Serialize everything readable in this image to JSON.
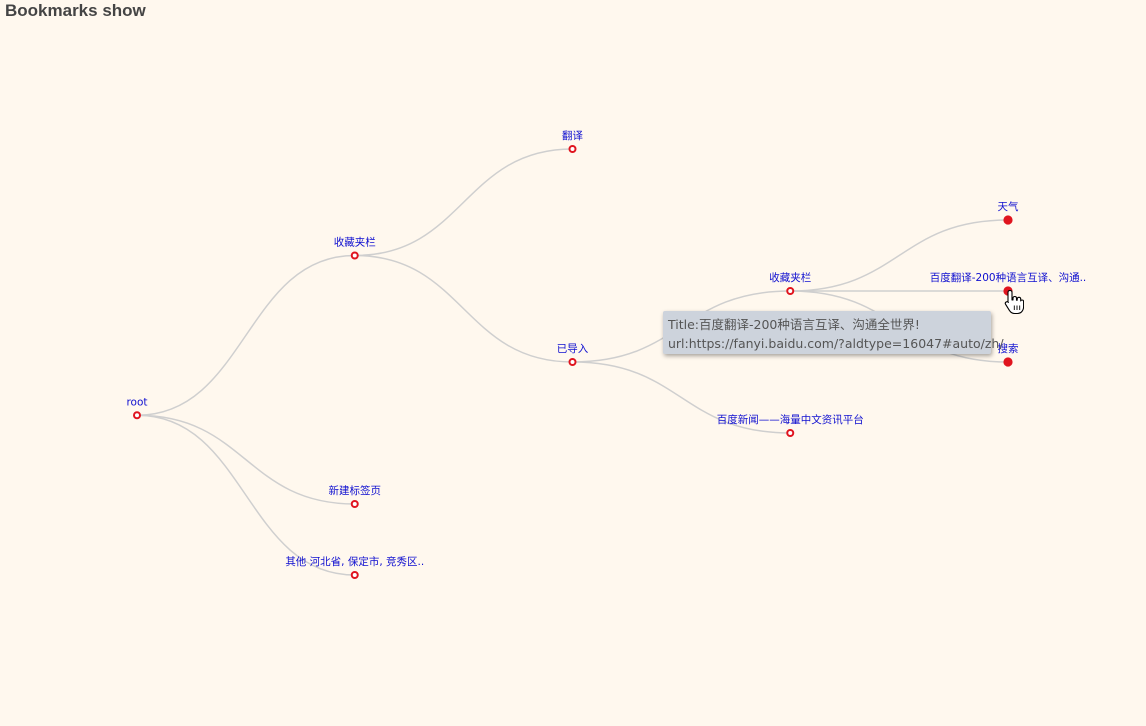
{
  "page": {
    "title": "Bookmarks show"
  },
  "colors": {
    "background": "#fff8ee",
    "link": "#cfcfcf",
    "node_stroke": "#e0141e",
    "node_fill_collapsed": "#ffffff",
    "node_fill_leaf": "#e0141e",
    "label": "#1010d0",
    "tooltip_bg": "#cdd3dc"
  },
  "tree": {
    "name": "root",
    "children": [
      {
        "name": "收藏夹栏",
        "children": [
          {
            "name": "翻译",
            "children": []
          },
          {
            "name": "已导入",
            "children": [
              {
                "name": "收藏夹栏",
                "children": [
                  {
                    "name": "天气",
                    "leaf": true
                  },
                  {
                    "name": "百度翻译-200种语言互译、沟通..",
                    "leaf": true,
                    "hovered": true
                  },
                  {
                    "name": "搜索",
                    "leaf": true
                  }
                ]
              },
              {
                "name": "百度新闻——海量中文资讯平台",
                "children": []
              }
            ]
          }
        ]
      },
      {
        "name": "新建标签页",
        "children": []
      },
      {
        "name": "其他 河北省, 保定市, 竞秀区..",
        "children": []
      }
    ]
  },
  "tooltip": {
    "title_line": "Title:百度翻译-200种语言互译、沟通全世界!",
    "url_line": "url:https://fanyi.baidu.com/?aldtype=16047#auto/zh/"
  },
  "cursor": {
    "icon": "hand-pointer-icon"
  }
}
